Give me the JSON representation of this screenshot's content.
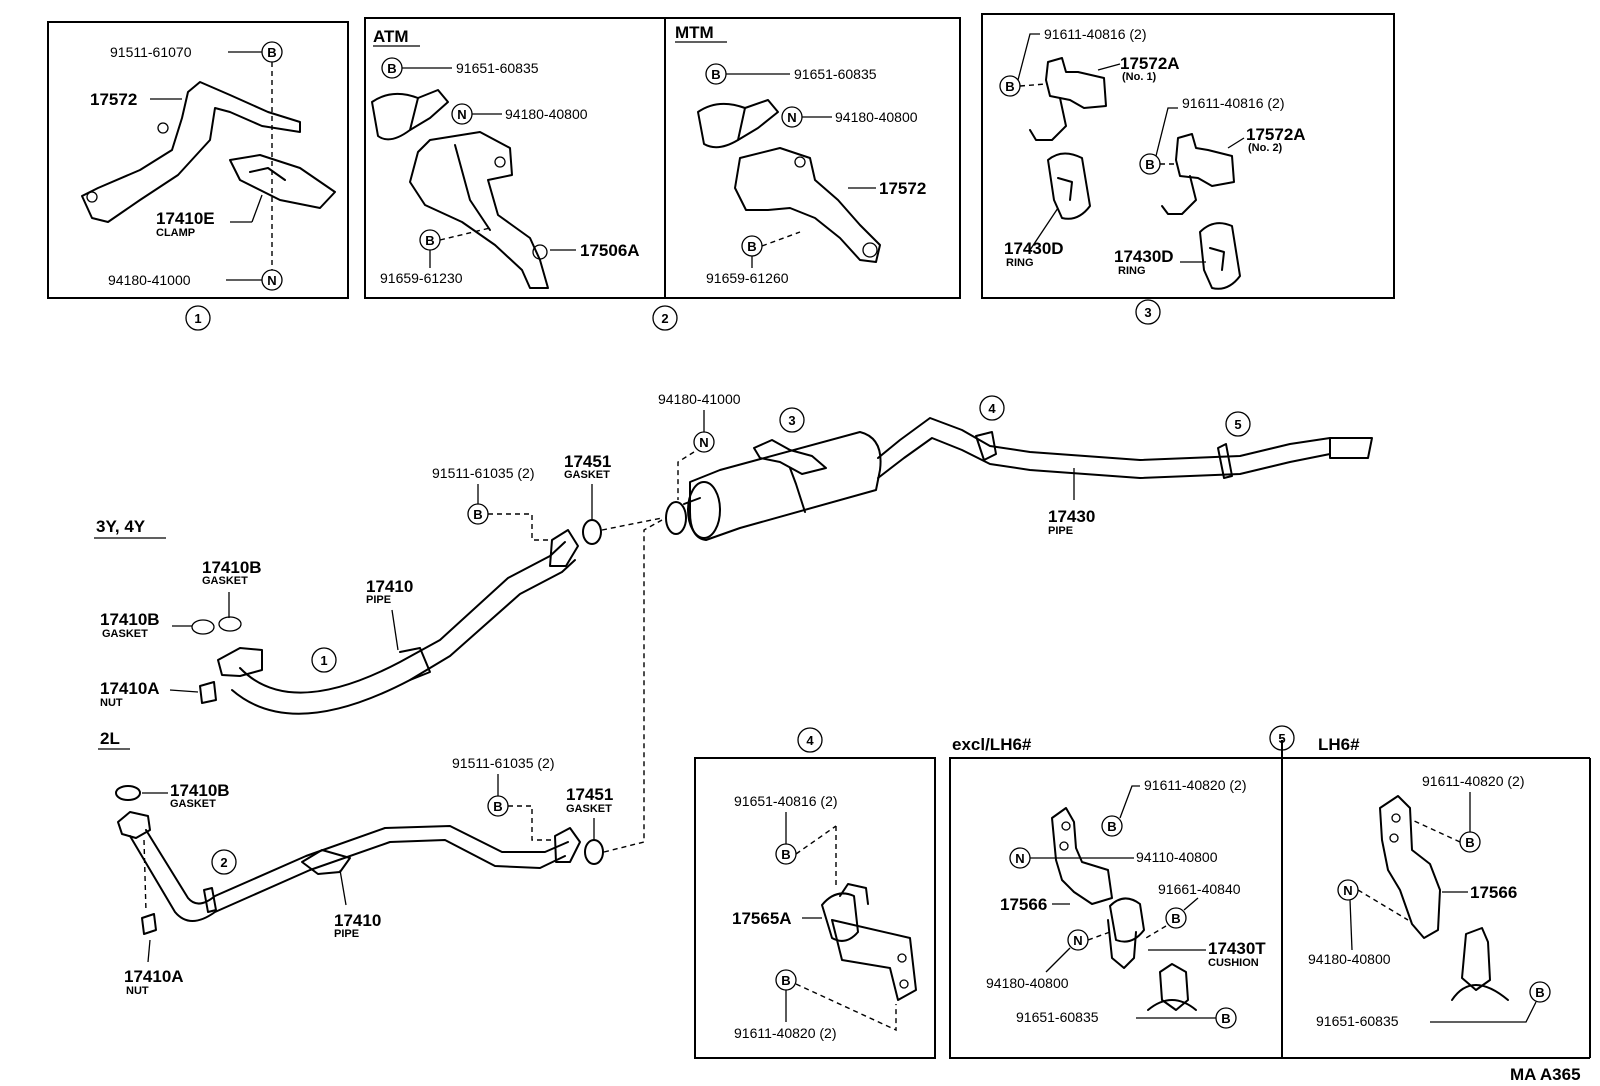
{
  "catalog_code": "MA  A365",
  "insets": {
    "one": {
      "number": "1",
      "labels": {
        "bolt_part": "91511-61070",
        "bracket": "17572",
        "clamp_part": "17410E",
        "clamp_name": "CLAMP",
        "nut_part": "94180-41000"
      }
    },
    "two": {
      "number": "2",
      "atm": {
        "heading": "ATM",
        "labels": {
          "bolt_part": "91651-60835",
          "nut_part": "94180-40800",
          "bracket": "17506A",
          "lower_bolt_part": "91659-61230"
        }
      },
      "mtm": {
        "heading": "MTM",
        "labels": {
          "bolt_part": "91651-60835",
          "nut_part": "94180-40800",
          "bracket": "17572",
          "lower_bolt_part": "91659-61260"
        }
      }
    },
    "three": {
      "number": "3",
      "labels": {
        "bolt_1": "91611-40816 (2)",
        "bracket_1": "17572A",
        "bracket_1_note": "(No. 1)",
        "bolt_2": "91611-40816 (2)",
        "bracket_2": "17572A",
        "bracket_2_note": "(No. 2)",
        "ring_1_part": "17430D",
        "ring_1_name": "RING",
        "ring_2_part": "17430D",
        "ring_2_name": "RING"
      }
    },
    "four": {
      "number": "4",
      "labels": {
        "bolt_top": "91651-40816 (2)",
        "hanger": "17565A",
        "bolt_bottom": "91611-40820 (2)"
      }
    },
    "five": {
      "number": "5",
      "excl": {
        "heading": "excl/LH6#",
        "labels": {
          "bolt_top": "91611-40820 (2)",
          "nut_top": "94110-40800",
          "bracket": "17566",
          "bolt_mid": "91661-40840",
          "cushion_part": "17430T",
          "cushion_name": "CUSHION",
          "nut_bottom": "94180-40800",
          "bolt_bottom": "91651-60835"
        }
      },
      "lh6": {
        "heading": "LH6#",
        "labels": {
          "bolt_top": "91611-40820 (2)",
          "bracket": "17566",
          "nut": "94180-40800",
          "bolt_bottom": "91651-60835"
        }
      }
    }
  },
  "main": {
    "engine_3y4y": {
      "heading": "3Y, 4Y",
      "labels": {
        "gasket_1_part": "17410B",
        "gasket_1_name": "GASKET",
        "gasket_2_part": "17410B",
        "gasket_2_name": "GASKET",
        "pipe_part": "17410",
        "pipe_name": "PIPE",
        "nut_part": "17410A",
        "nut_name": "NUT",
        "bolt_part": "91511-61035 (2)",
        "flange_gasket_part": "17451",
        "flange_gasket_name": "GASKET"
      },
      "callout": "1"
    },
    "engine_2l": {
      "heading": "2L",
      "labels": {
        "gasket_part": "17410B",
        "gasket_name": "GASKET",
        "pipe_part": "17410",
        "pipe_name": "PIPE",
        "nut_part": "17410A",
        "nut_name": "NUT",
        "bolt_part": "91511-61035 (2)",
        "flange_gasket_part": "17451",
        "flange_gasket_name": "GASKET"
      },
      "callout": "2"
    },
    "muffler": {
      "nut_part": "94180-41000",
      "callout_3": "3",
      "callout_4": "4",
      "callout_5": "5",
      "tail_pipe_part": "17430",
      "tail_pipe_name": "PIPE"
    }
  },
  "markers": {
    "bolt": "B",
    "nut": "N"
  }
}
